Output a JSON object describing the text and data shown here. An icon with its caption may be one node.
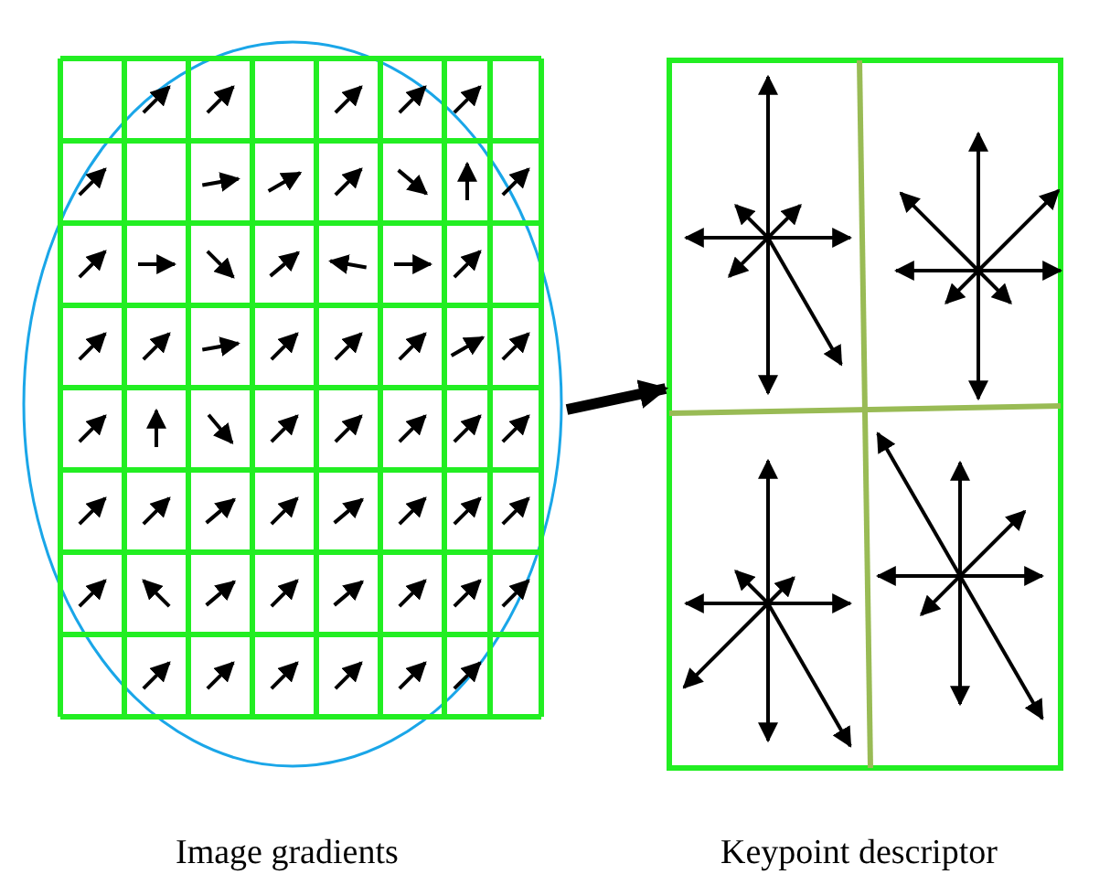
{
  "diagram": {
    "nodes": [
      {
        "text": [],
        "shape": "picture",
        "beside": [
          "Image gradients"
        ]
      },
      {
        "text": [],
        "shape": "picture",
        "beside": [
          "Keypoint descriptor"
        ]
      }
    ],
    "edges": [
      {
        "from": 0,
        "to": 1,
        "arrow": "to"
      }
    ]
  }
}
